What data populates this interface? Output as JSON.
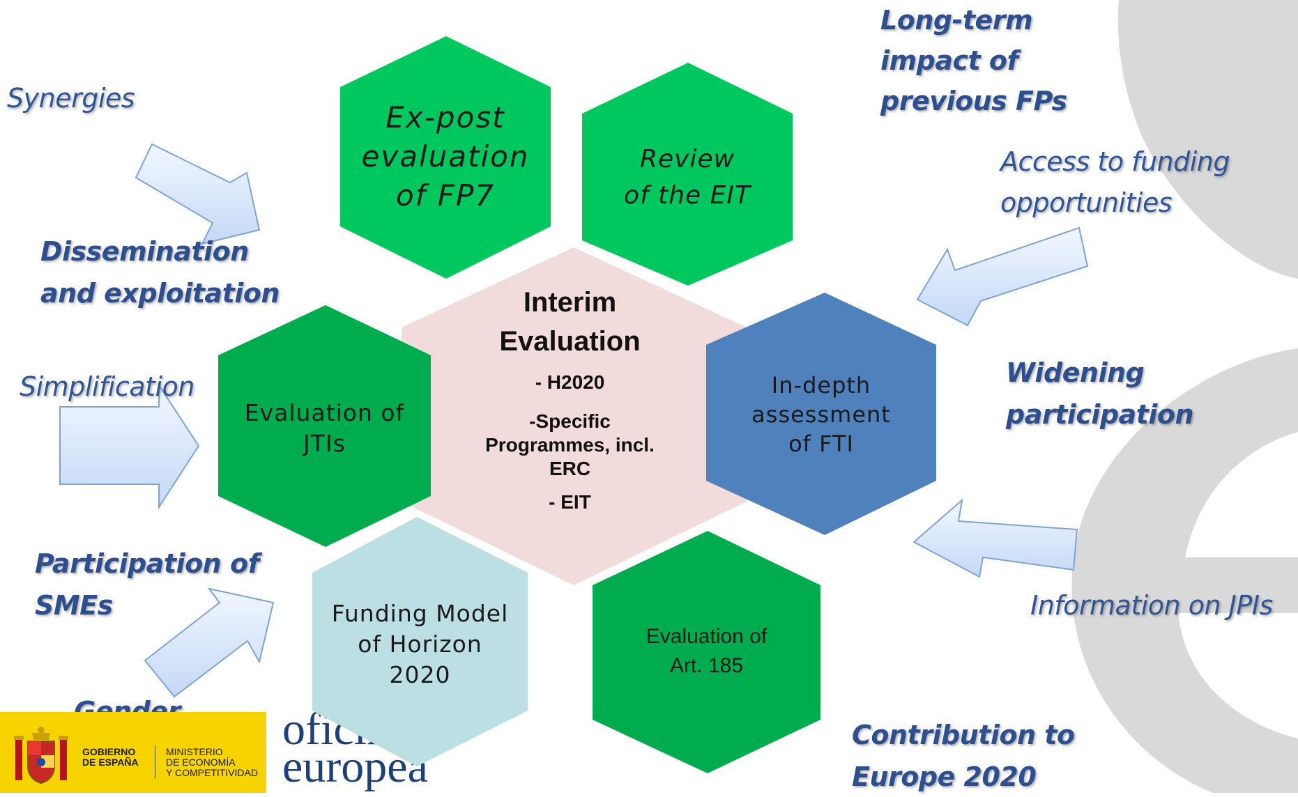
{
  "center": {
    "title_line1": "Interim",
    "title_line2": "Evaluation",
    "item1": "- H2020",
    "item2_line1": "-Specific",
    "item2_line2": "Programmes, incl.",
    "item2_line3": "ERC",
    "item3": "- EIT"
  },
  "hexagons": {
    "ex_post": {
      "line1": "Ex-post",
      "line2": "evaluation",
      "line3": "of FP7"
    },
    "eit_review": {
      "line1": "Review",
      "line2": "of the EIT"
    },
    "fti": {
      "line1": "In-depth",
      "line2": "assessment",
      "line3": "of FTI"
    },
    "art185": {
      "line1": "Evaluation of",
      "line2": "Art. 185"
    },
    "funding_model": {
      "line1": "Funding Model",
      "line2": "of Horizon",
      "line3": "2020"
    },
    "jtis": {
      "line1": "Evaluation of",
      "line2": "JTIs"
    }
  },
  "side_labels": {
    "synergies": "Synergies",
    "dissemination_line1": "Dissemination",
    "dissemination_line2": "and exploitation",
    "simplification": "Simplification",
    "participation_line1": "Participation of",
    "participation_line2": "SMEs",
    "gender": "Gender",
    "long_term_line1": "Long-term",
    "long_term_line2": "impact of",
    "long_term_line3": "previous FPs",
    "access_line1": "Access to funding",
    "access_line2": "opportunities",
    "widening_line1": "Widening",
    "widening_line2": "participation",
    "jpis": "Information on JPIs",
    "europe_line1": "Contribution to",
    "europe_line2": "Europe 2020"
  },
  "footer": {
    "gobierno_line1": "GOBIERNO",
    "gobierno_line2": "DE ESPAÑA",
    "ministerio_line1": "MINISTERIO",
    "ministerio_line2": "DE ECONOMÍA",
    "ministerio_line3": "Y COMPETITIVIDAD",
    "oficina_line1": "oficina",
    "oficina_line2": "europea"
  },
  "colors": {
    "bright_green": "#00c85f",
    "dark_green": "#00ac4e",
    "steel_blue": "#4f81bd",
    "light_teal": "#bcdfe4",
    "center_pink": "#f2dcdb",
    "arrow_fill": "#d6e5fb",
    "arrow_stroke": "#7ea3d8",
    "label_blue": "#2f5597",
    "footer_yellow": "#f7d300",
    "watermark_gray": "#d9d9d9"
  },
  "icons": {
    "coat_of_arms": "spain-coat-of-arms-icon"
  }
}
